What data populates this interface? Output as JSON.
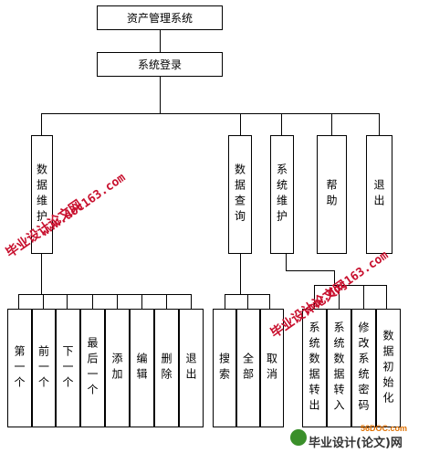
{
  "root": {
    "title": "资产管理系统"
  },
  "login": {
    "label": "系统登录"
  },
  "modules": [
    {
      "label": "数据维护"
    },
    {
      "label": "数据查询"
    },
    {
      "label": "系统维护"
    },
    {
      "label": "帮助"
    },
    {
      "label": "退出"
    }
  ],
  "maintenance_items": [
    {
      "label": "第一个"
    },
    {
      "label": "前一个"
    },
    {
      "label": "下一个"
    },
    {
      "label": "最后一个"
    },
    {
      "label": "添加"
    },
    {
      "label": "编辑"
    },
    {
      "label": "删除"
    },
    {
      "label": "退出"
    }
  ],
  "query_items": [
    {
      "label": "搜索"
    },
    {
      "label": "全部"
    },
    {
      "label": "取消"
    }
  ],
  "system_items": [
    {
      "label": "系统数据转出"
    },
    {
      "label": "系统数据转入"
    },
    {
      "label": "修改系统密码"
    },
    {
      "label": "数据初始化"
    }
  ],
  "watermarks": {
    "cn": "毕业设计论文网",
    "url": "www.doc163.com"
  },
  "footer": {
    "site": "56DOC.com",
    "text": "毕业设计(论文)网"
  },
  "colors": {
    "line": "#000000",
    "watermark": "#c8102e"
  }
}
